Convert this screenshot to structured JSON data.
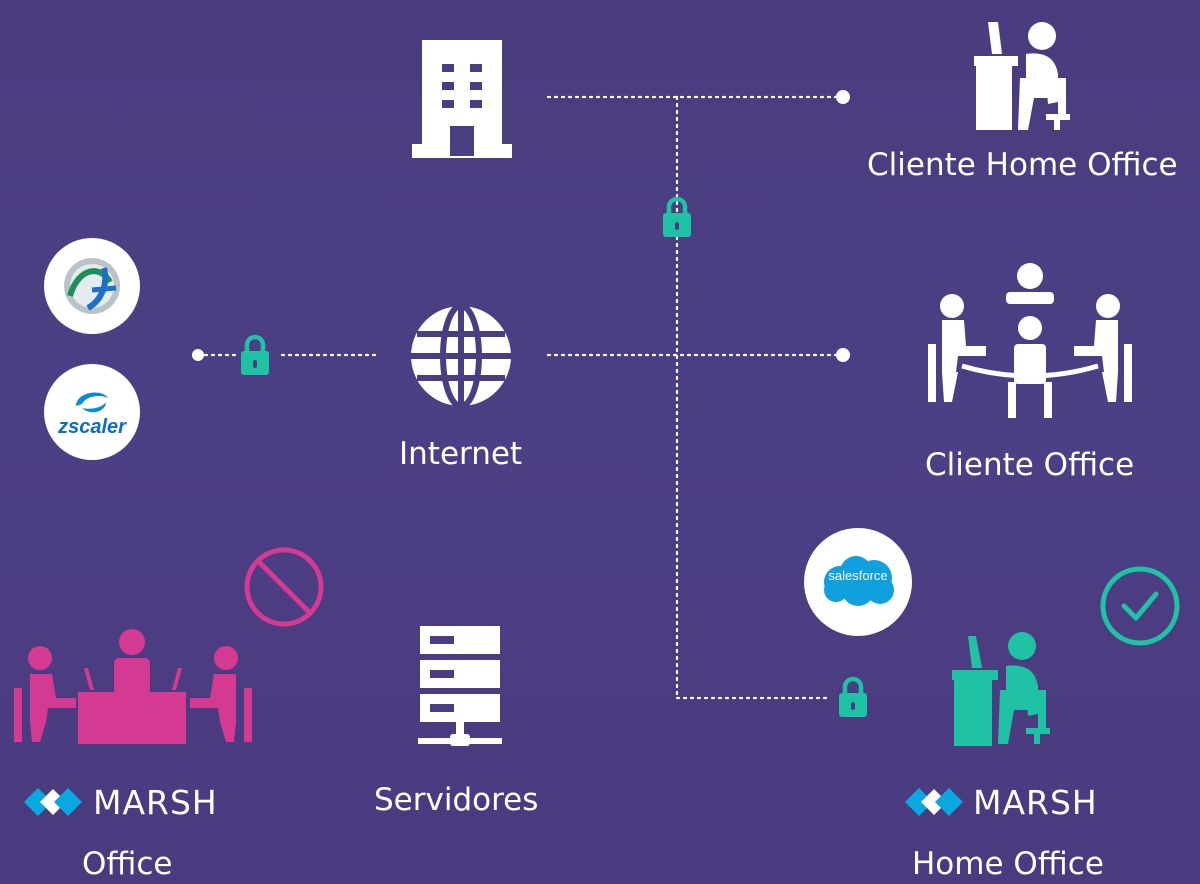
{
  "labels": {
    "cliente_home_office": "Cliente Home Office",
    "cliente_office": "Cliente Office",
    "internet": "Internet",
    "servidores": "Servidores",
    "office": "Office",
    "home_office": "Home Office"
  },
  "brand": {
    "name": "MARSH",
    "zscaler": "zscaler",
    "salesforce": "salesforce"
  },
  "colors": {
    "background": "#4b3d81",
    "white": "#ffffff",
    "teal": "#1fc2a4",
    "magenta": "#d43a92",
    "marsh_blue": "#0aa8e0"
  },
  "icons": {
    "building": "building-icon",
    "globe": "globe-icon",
    "server": "server-icon",
    "lock": "lock-icon",
    "blocked": "blocked-icon",
    "check": "check-icon"
  }
}
